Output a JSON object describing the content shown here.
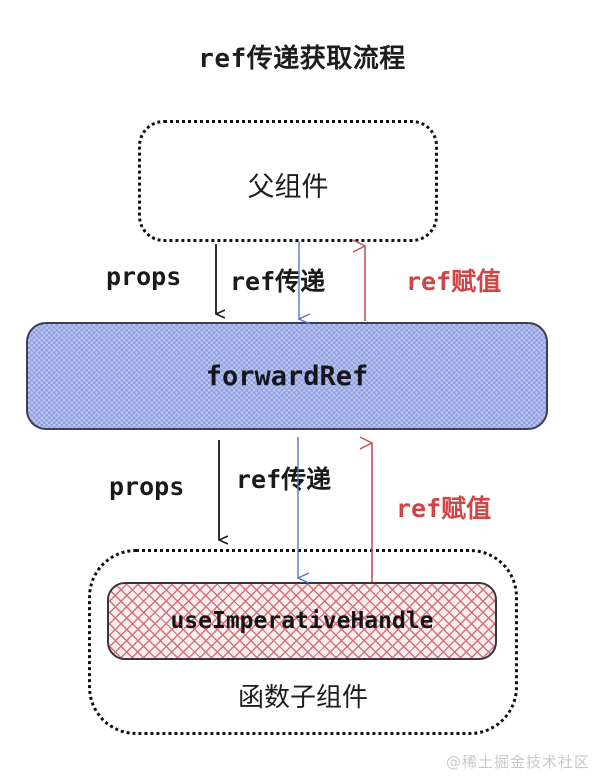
{
  "diagram": {
    "title": "ref传递获取流程",
    "type": "flow-diagram",
    "nodes": [
      {
        "id": "parent",
        "label": "父组件",
        "style": "dotted-outline"
      },
      {
        "id": "forwardRef",
        "label": "forwardRef",
        "style": "blue-checker-fill"
      },
      {
        "id": "child",
        "label": "函数子组件",
        "style": "dotted-outline"
      },
      {
        "id": "useImperativeHandle",
        "label": "useImperativeHandle",
        "style": "red-crosshatch-fill"
      }
    ],
    "edges_upper": [
      {
        "id": "props-upper",
        "label": "props",
        "color": "#1a1a1a",
        "direction": "down"
      },
      {
        "id": "ref-pass-upper",
        "label": "ref传递",
        "color": "#6272c8",
        "direction": "down"
      },
      {
        "id": "ref-assign-upper",
        "label": "ref赋值",
        "color": "#d04545",
        "direction": "up"
      }
    ],
    "edges_lower": [
      {
        "id": "props-lower",
        "label": "props",
        "color": "#1a1a1a",
        "direction": "down"
      },
      {
        "id": "ref-pass-lower",
        "label": "ref传递",
        "color": "#6272c8",
        "direction": "down"
      },
      {
        "id": "ref-assign-lower",
        "label": "ref赋值",
        "color": "#d04545",
        "direction": "up"
      }
    ],
    "watermark": "@稀土掘金技术社区",
    "colors": {
      "arrow_black": "#1a1a1a",
      "arrow_blue": "#6272c8",
      "arrow_red": "#d04545",
      "blue_fill": "#b9c5ee",
      "red_hatch": "#d4717a",
      "text": "#1d1d1f",
      "background": "#ffffff"
    }
  }
}
